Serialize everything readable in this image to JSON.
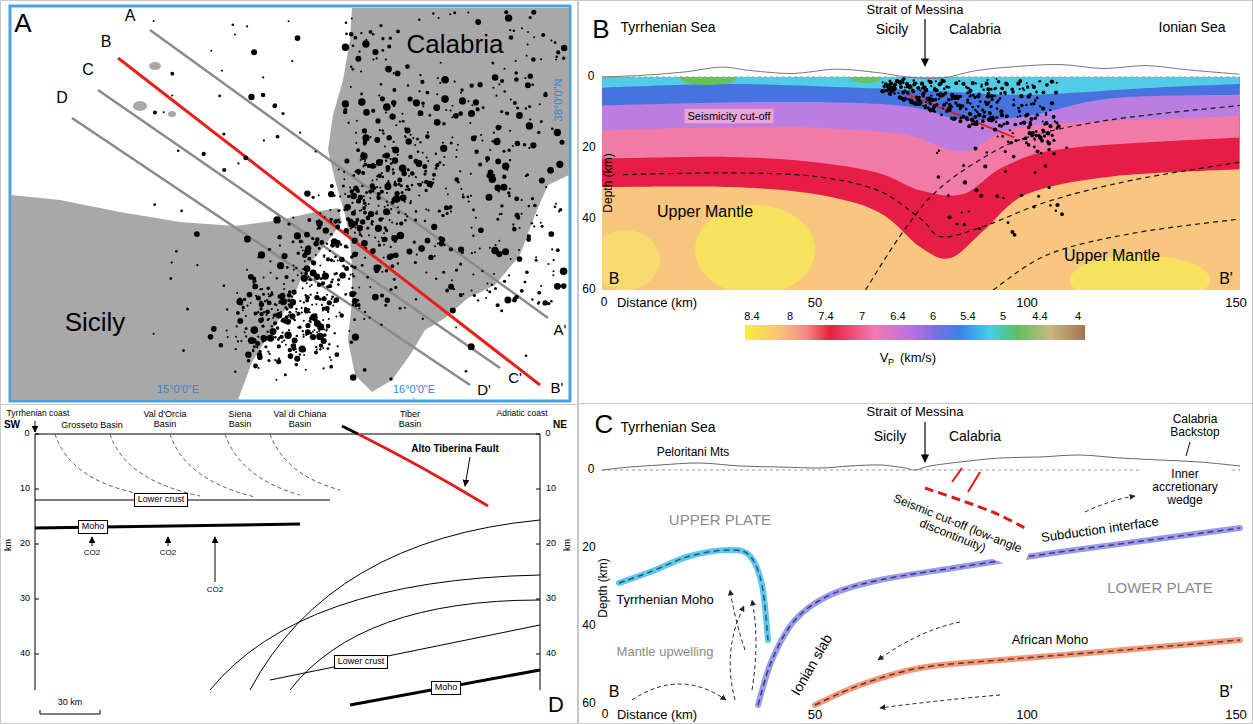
{
  "diagram": {
    "nodes": [
      {
        "text": [
          "A"
        ]
      },
      {
        "text": [
          "B"
        ]
      },
      {
        "text": [
          "Seismicity cut-off"
        ],
        "in": 1
      },
      {
        "text": [
          "C"
        ]
      },
      {
        "text": [
          "D"
        ]
      },
      {
        "text": [
          "Lower crust"
        ],
        "in": 4
      },
      {
        "text": [
          "Moho"
        ],
        "in": 4
      },
      {
        "text": [
          "Lower crust"
        ],
        "in": 4
      },
      {
        "text": [
          "Moho"
        ],
        "in": 4
      }
    ],
    "labels": [
      "A",
      "B",
      "C",
      "D",
      "Calabria",
      "Sicily",
      "A'",
      "B'",
      "C'",
      "D'",
      "15°0'0\"E",
      "16°0'0\"E",
      "38°0'0\"N",
      "Tyrrhenian Sea",
      "Strait of Messina",
      "Sicily",
      "Calabria",
      "Ionian Sea",
      "0",
      "20",
      "40",
      "60",
      "Depth (km)",
      "Upper Mantle",
      "Upper Mantle",
      "B",
      "B'",
      "0",
      "Distance (km)",
      "50",
      "100",
      "150",
      "8.4",
      "8",
      "7.4",
      "7",
      "6.4",
      "6",
      "5.4",
      "5",
      "4.4",
      "4",
      "V",
      "P",
      "(km/s)",
      "Tyrrhenian Sea",
      "Strait of Messina",
      "Sicily",
      "Calabria",
      "Calabria Backstop",
      "Peloritani Mts",
      "UPPER PLATE",
      "Inner accretionary wedge",
      "Seismic cut-off (low-angle discontinuity)",
      "Subduction interface",
      "LOWER PLATE",
      "Tyrrhenian Moho",
      "Mantle upwelling",
      "Ionian slab",
      "African Moho",
      "Depth (km)",
      "0",
      "20",
      "40",
      "60",
      "B",
      "B'",
      "0",
      "Distance (km)",
      "50",
      "100",
      "150",
      "Tyrrhenian coast",
      "SW",
      "Grosseto Basin",
      "Val d'Orcia Basin",
      "Siena Basin",
      "Val di Chiana Basin",
      "Tiber Basin",
      "Alto Tiberina Fault",
      "Adriatic coast",
      "NE",
      "0",
      "10",
      "20",
      "30",
      "40",
      "km",
      "0",
      "10",
      "20",
      "30",
      "40",
      "km",
      "30 km",
      "CO2",
      "CO2",
      "CO2"
    ]
  }
}
